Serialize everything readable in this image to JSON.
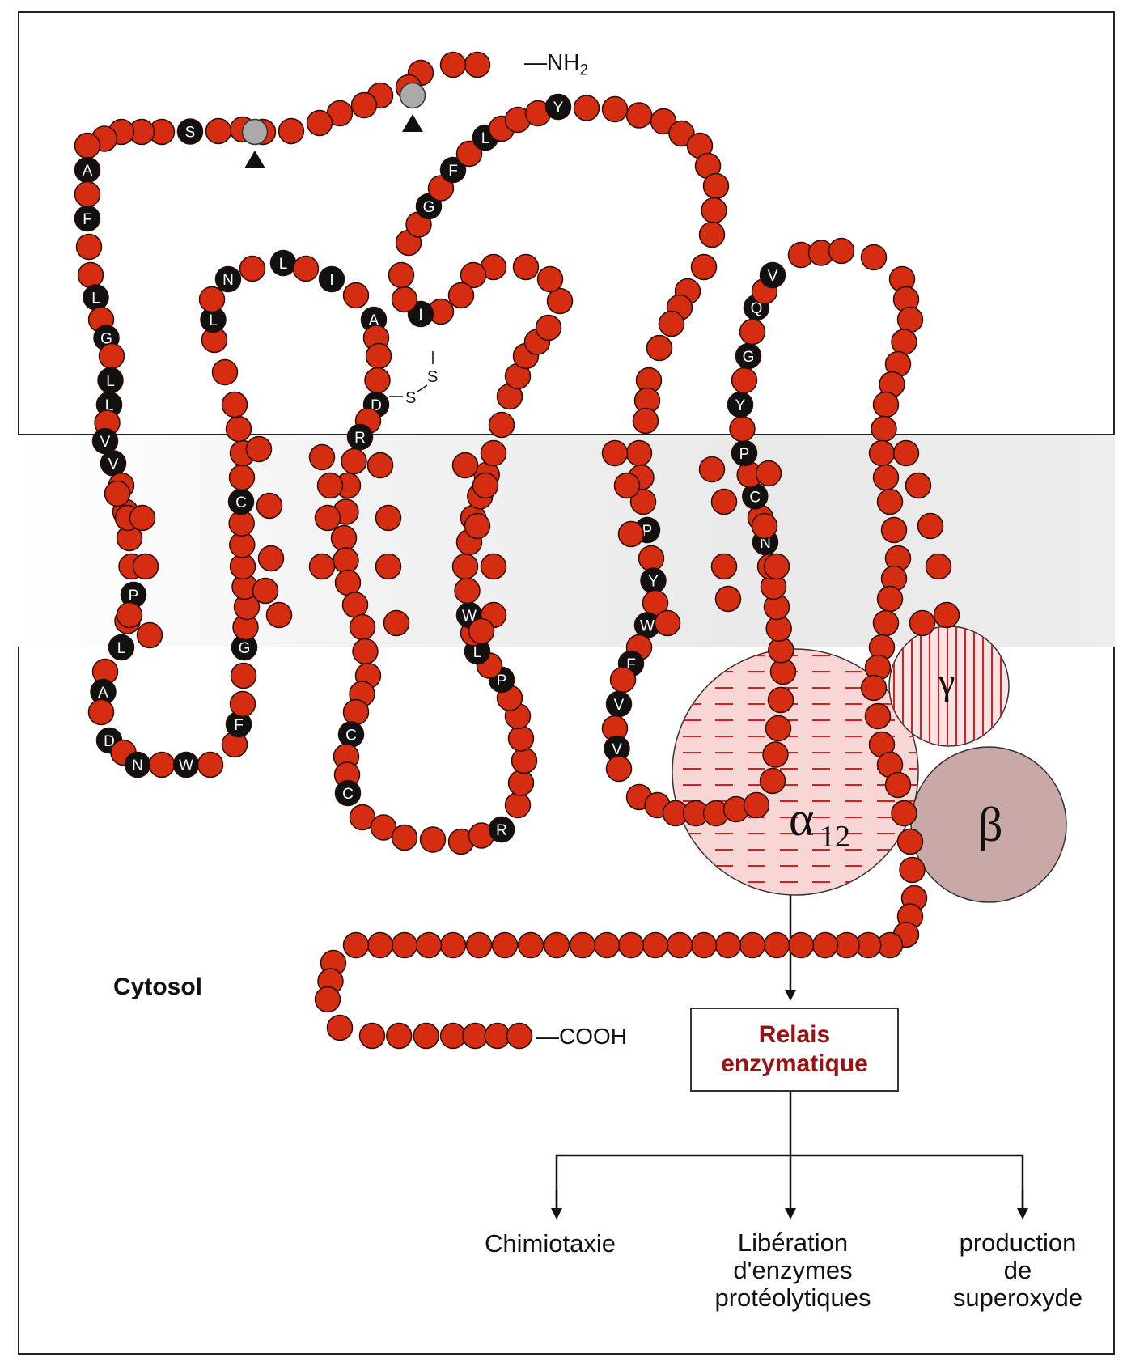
{
  "labels": {
    "nterm": "—NH",
    "nterm_sub": "2",
    "cterm": "—COOH",
    "compartment": "Cytosol",
    "relay": "Relais\nenzymatique",
    "disulfide_s": "S",
    "g_alpha": "α",
    "g_alpha_sub": "12",
    "g_beta": "β",
    "g_gamma": "γ"
  },
  "outputs": [
    {
      "label": "Chimiotaxie"
    },
    {
      "label": "Libération\nd'enzymes\nprotéolytiques"
    },
    {
      "label": "production\nde\nsuperoxyde"
    }
  ],
  "receptor": {
    "highlighted_residues": [
      "S",
      "W",
      "F",
      "G",
      "C",
      "C",
      "C",
      "A",
      "F",
      "L",
      "G",
      "L",
      "L",
      "V",
      "V",
      "P",
      "L",
      "A",
      "D",
      "N",
      "L",
      "N",
      "L",
      "I",
      "A",
      "D",
      "R",
      "R",
      "P",
      "L",
      "W",
      "I",
      "G",
      "F",
      "L",
      "Y",
      "P",
      "Y",
      "W",
      "F",
      "V",
      "V",
      "N",
      "C",
      "P",
      "Y",
      "G",
      "Q",
      "V"
    ],
    "glycosylation_sites": 2
  },
  "colors": {
    "residue": "#d42d12",
    "residue_outline": "#2a0d05",
    "highlight_residue": "#111111",
    "glycosylated_residue": "#aaaaaa",
    "alpha_subunit": "#f7d2d2",
    "beta_subunit": "#c8a5a5",
    "gamma_subunit": "#fbe0e0",
    "relay_text": "#9a1212"
  }
}
